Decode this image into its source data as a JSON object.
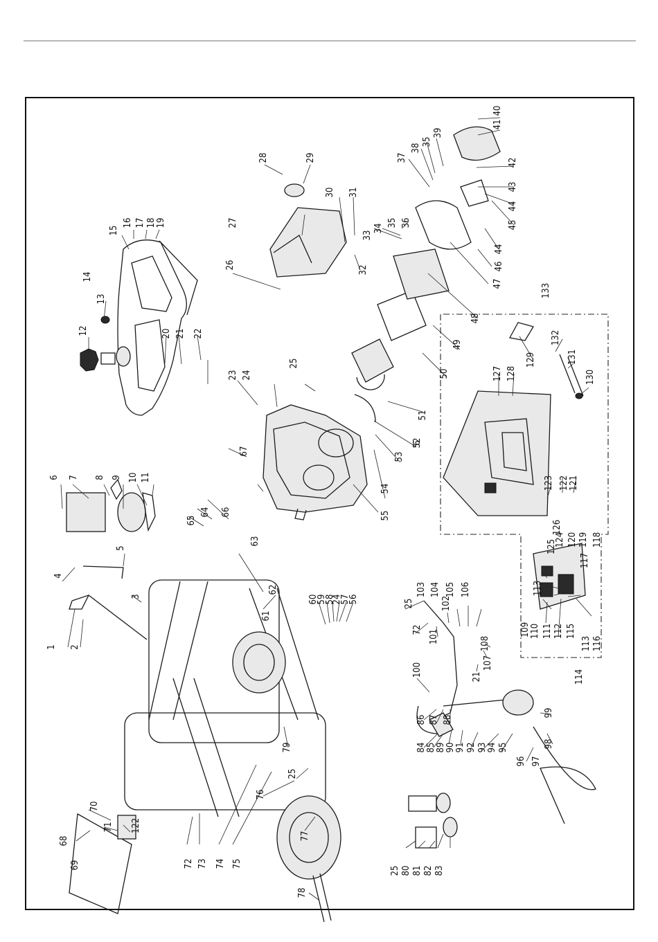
{
  "labels": [
    "6",
    "7",
    "8",
    "9",
    "10",
    "11",
    "5",
    "4",
    "3",
    "1",
    "2",
    "12",
    "13",
    "14",
    "15",
    "16",
    "17",
    "18",
    "19",
    "20",
    "21",
    "22",
    "23",
    "24",
    "25",
    "26",
    "27",
    "28",
    "29",
    "30",
    "31",
    "32",
    "33",
    "34",
    "35",
    "36",
    "37",
    "38",
    "35",
    "39",
    "40",
    "41",
    "42",
    "43",
    "44",
    "45",
    "44",
    "46",
    "47",
    "48",
    "49",
    "50",
    "51",
    "52",
    "53",
    "54",
    "55",
    "6",
    "65",
    "64",
    "66",
    "67",
    "63",
    "62",
    "61",
    "60",
    "59",
    "58",
    "24",
    "57",
    "56",
    "68",
    "69",
    "70",
    "71",
    "122",
    "72",
    "73",
    "74",
    "75",
    "76",
    "25",
    "77",
    "78",
    "79",
    "25",
    "72",
    "101",
    "102",
    "103",
    "104",
    "105",
    "106",
    "108",
    "107",
    "21",
    "100",
    "86",
    "87",
    "88",
    "84",
    "85",
    "89",
    "90",
    "91",
    "92",
    "93",
    "94",
    "95",
    "96",
    "97",
    "98",
    "99",
    "25",
    "80",
    "81",
    "82",
    "83",
    "113",
    "125",
    "126",
    "124",
    "120",
    "119",
    "118",
    "117",
    "109",
    "110",
    "111",
    "112",
    "115",
    "113",
    "116",
    "114",
    "133",
    "127",
    "128",
    "129",
    "132",
    "131",
    "130",
    "123",
    "122",
    "121"
  ]
}
